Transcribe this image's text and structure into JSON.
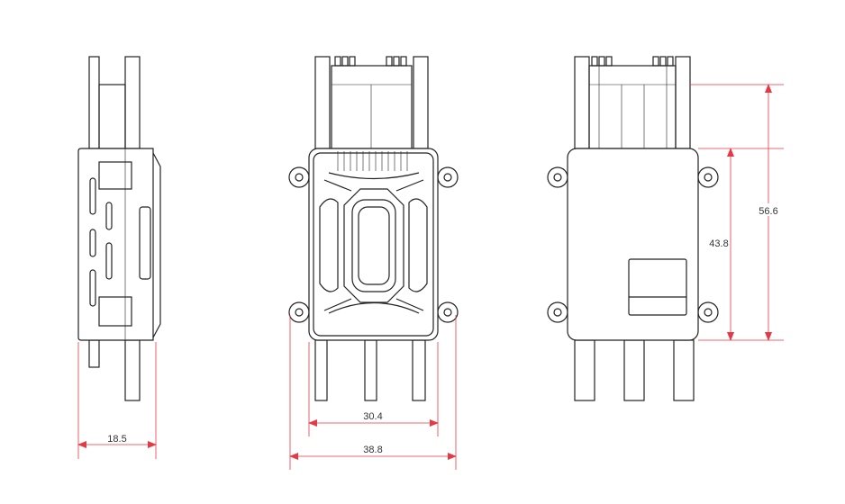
{
  "drawing": {
    "views": [
      "side-view",
      "front-view",
      "back-view"
    ],
    "dimensions": {
      "thickness": "18.5",
      "inner_width": "30.4",
      "outer_width": "38.8",
      "body_height": "43.8",
      "total_height": "56.6"
    },
    "colors": {
      "dimension": "#e53945",
      "outline": "#222222"
    }
  }
}
